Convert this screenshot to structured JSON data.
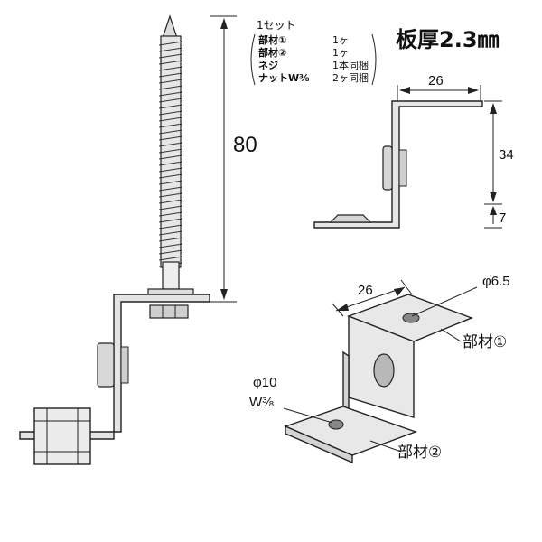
{
  "spec_list": {
    "title": "1セット",
    "rows": [
      {
        "item": "部材①",
        "qty": "1ヶ"
      },
      {
        "item": "部材②",
        "qty": "1ヶ"
      },
      {
        "item": "ネジ",
        "qty": "1本同梱"
      },
      {
        "item": "ナットW⅜",
        "qty": "2ヶ同梱"
      }
    ]
  },
  "thickness_label": "板厚2.3㎜",
  "dimensions": {
    "screw_length": "80",
    "top_width": "26",
    "height_main": "34",
    "height_small": "7",
    "iso_width": "26",
    "hole_small": "φ6.5",
    "hole_large": "φ10",
    "hole_large_thread": "W⅜"
  },
  "parts": {
    "part1": "部材①",
    "part2": "部材②"
  }
}
